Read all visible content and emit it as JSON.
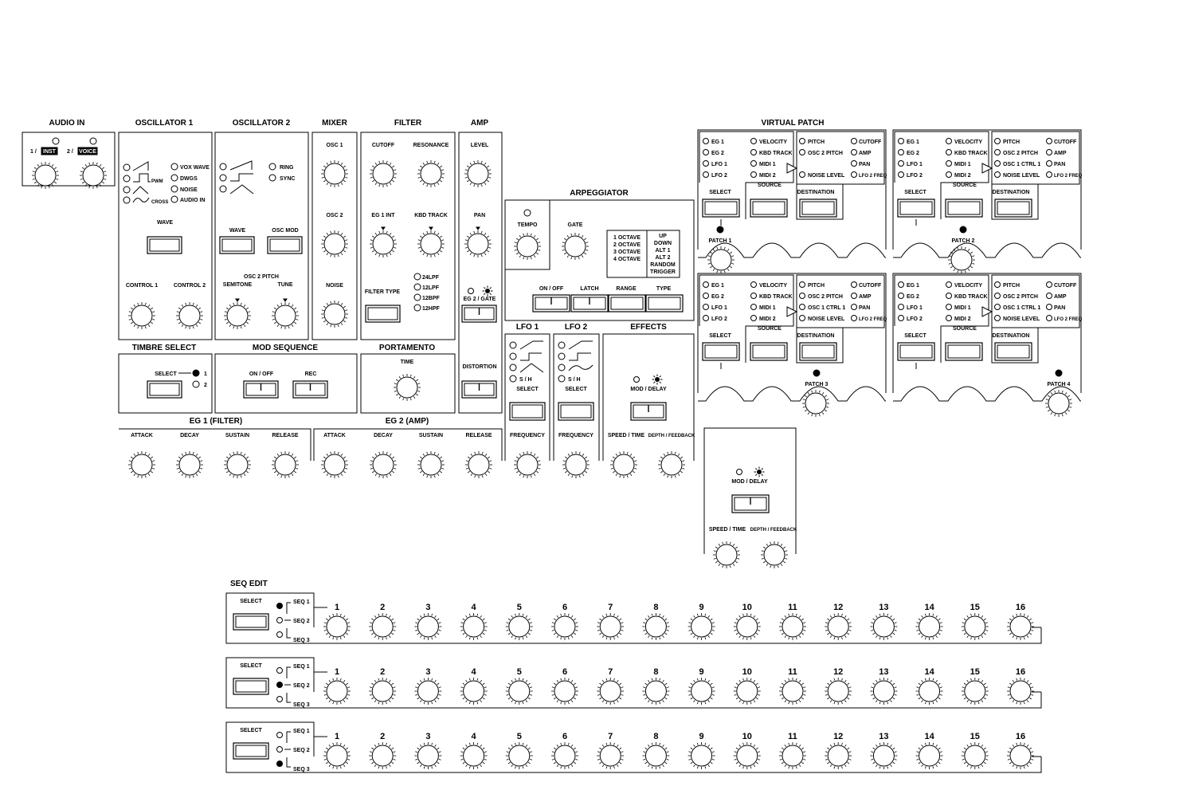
{
  "colors": {
    "line": "#000000",
    "background": "#ffffff"
  },
  "sections": {
    "audio_in": "AUDIO IN",
    "osc1": "OSCILLATOR 1",
    "osc2": "OSCILLATOR 2",
    "mixer": "MIXER",
    "filter": "FILTER",
    "amp": "AMP",
    "virtual_patch": "VIRTUAL PATCH",
    "arpeggiator": "ARPEGGIATOR",
    "timbre_select": "TIMBRE SELECT",
    "mod_sequence": "MOD SEQUENCE",
    "portamento": "PORTAMENTO",
    "lfo1": "LFO 1",
    "lfo2": "LFO 2",
    "effects": "EFFECTS",
    "eg1": "EG 1 (FILTER)",
    "eg2": "EG 2 (AMP)",
    "seq_edit": "SEQ EDIT"
  },
  "audio_in": {
    "input1_prefix": "1 /",
    "input1_badge": "INST",
    "input2_prefix": "2 /",
    "input2_badge": "VOICE"
  },
  "osc1": {
    "waves": [
      "VOX WAVE",
      "DWGS",
      "NOISE",
      "AUDIO IN"
    ],
    "pwm": "PWM",
    "cross": "CROSS",
    "wave": "WAVE",
    "control1": "CONTROL 1",
    "control2": "CONTROL 2"
  },
  "osc2": {
    "options": [
      "RING",
      "SYNC"
    ],
    "wave": "WAVE",
    "osc_mod": "OSC MOD",
    "pitch": "OSC 2 PITCH",
    "semitone": "SEMITONE",
    "tune": "TUNE"
  },
  "mixer": {
    "osc1": "OSC 1",
    "osc2": "OSC 2",
    "noise": "NOISE"
  },
  "filter": {
    "cutoff": "CUTOFF",
    "resonance": "RESONANCE",
    "eg1_int": "EG 1 INT",
    "kbd_track": "KBD TRACK",
    "filter_type": "FILTER TYPE",
    "types": [
      "24LPF",
      "12LPF",
      "12BPF",
      "12HPF"
    ]
  },
  "amp": {
    "level": "LEVEL",
    "pan": "PAN",
    "eg2_gate": "EG 2 / GATE",
    "distortion": "DISTORTION"
  },
  "timbre": {
    "select": "SELECT",
    "t1": "1",
    "t2": "2"
  },
  "modseq": {
    "on_off": "ON / OFF",
    "rec": "REC"
  },
  "portamento": {
    "time": "TIME"
  },
  "eg1": {
    "attack": "ATTACK",
    "decay": "DECAY",
    "sustain": "SUSTAIN",
    "release": "RELEASE"
  },
  "eg2": {
    "attack": "ATTACK",
    "decay": "DECAY",
    "sustain": "SUSTAIN",
    "release": "RELEASE"
  },
  "arp": {
    "tempo": "TEMPO",
    "gate": "GATE",
    "ranges": [
      "1 OCTAVE",
      "2 OCTAVE",
      "3 OCTAVE",
      "4 OCTAVE"
    ],
    "types": [
      "UP",
      "DOWN",
      "ALT 1",
      "ALT 2",
      "RANDOM",
      "TRIGGER"
    ],
    "on_off": "ON / OFF",
    "latch": "LATCH",
    "range": "RANGE",
    "type": "TYPE"
  },
  "lfo1": {
    "sh": "S / H",
    "select": "SELECT",
    "frequency": "FREQUENCY"
  },
  "lfo2": {
    "sh": "S / H",
    "select": "SELECT",
    "frequency": "FREQUENCY"
  },
  "effects": {
    "mod_delay": "MOD / DELAY",
    "speed_time": "SPEED / TIME",
    "depth_feedback": "DEPTH / FEEDBACK"
  },
  "effects2": {
    "mod_delay": "MOD / DELAY",
    "speed_time": "SPEED / TIME",
    "depth_feedback": "DEPTH / FEEDBACK"
  },
  "patches": [
    {
      "name": "PATCH 1",
      "sources": [
        "EG 1",
        "EG 2",
        "LFO 1",
        "LFO 2",
        "VELOCITY",
        "KBD TRACK",
        "MIDI 1",
        "MIDI 2"
      ],
      "destinations": [
        "PITCH",
        "OSC 2 PITCH",
        "CUTOFF",
        "AMP",
        "NOISE LEVEL",
        "PAN",
        "LFO 2 FREQ"
      ],
      "select": "SELECT",
      "source": "SOURCE",
      "destination": "DESTINATION"
    },
    {
      "name": "PATCH 2",
      "sources": [
        "EG 1",
        "EG 2",
        "LFO 1",
        "LFO 2",
        "VELOCITY",
        "KBD TRACK",
        "MIDI 1",
        "MIDI 2"
      ],
      "destinations": [
        "PITCH",
        "OSC 2 PITCH",
        "OSC 1 CTRL 1",
        "NOISE LEVEL",
        "CUTOFF",
        "AMP",
        "PAN",
        "LFO 2 FREQ"
      ],
      "select": "SELECT",
      "source": "SOURCE",
      "destination": "DESTINATION"
    },
    {
      "name": "PATCH 3",
      "sources": [
        "EG 1",
        "EG 2",
        "LFO 1",
        "LFO 2",
        "VELOCITY",
        "KBD TRACK",
        "MIDI 1",
        "MIDI 2"
      ],
      "destinations": [
        "PITCH",
        "OSC 2 PITCH",
        "OSC 1 CTRL 1",
        "NOISE LEVEL",
        "CUTOFF",
        "AMP",
        "PAN",
        "LFO 2 FREQ"
      ],
      "select": "SELECT",
      "source": "SOURCE",
      "destination": "DESTINATION"
    },
    {
      "name": "PATCH 4",
      "sources": [
        "EG 1",
        "EG 2",
        "LFO 1",
        "LFO 2",
        "VELOCITY",
        "KBD TRACK",
        "MIDI 1",
        "MIDI 2"
      ],
      "destinations": [
        "PITCH",
        "OSC 2 PITCH",
        "OSC 1 CTRL 1",
        "NOISE LEVEL",
        "CUTOFF",
        "AMP",
        "PAN",
        "LFO 2 FREQ"
      ],
      "select": "SELECT",
      "source": "SOURCE",
      "destination": "DESTINATION"
    }
  ],
  "seq_edit": {
    "select": "SELECT",
    "seq_labels": [
      "SEQ 1",
      "SEQ 2",
      "SEQ 3"
    ],
    "steps": [
      "1",
      "2",
      "3",
      "4",
      "5",
      "6",
      "7",
      "8",
      "9",
      "10",
      "11",
      "12",
      "13",
      "14",
      "15",
      "16"
    ],
    "active_seq": [
      1,
      2,
      3
    ]
  }
}
